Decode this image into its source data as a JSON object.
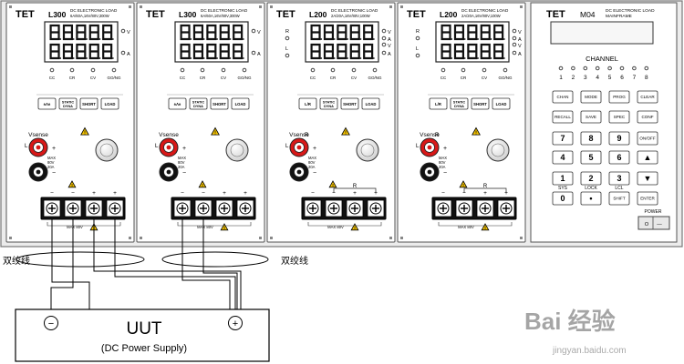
{
  "brand": "TET",
  "modules": [
    {
      "model": "L300",
      "title": "DC ELECTRONIC LOAD",
      "spec": "6A/60A,16V/80V,300W",
      "first_button": "±Λ±",
      "rl_labels": false,
      "r_bracket": false
    },
    {
      "model": "L300",
      "title": "DC ELECTRONIC LOAD",
      "spec": "6A/60A,16V/80V,300W",
      "first_button": "±Λ±",
      "rl_labels": false,
      "r_bracket": false
    },
    {
      "model": "L200",
      "title": "DC ELECTRONIC LOAD",
      "spec": "2A/20A,16V/80V,100W",
      "first_button": "L/R",
      "rl_labels": true,
      "r_bracket": true
    },
    {
      "model": "L200",
      "title": "DC ELECTRONIC LOAD",
      "spec": "2A/20A,16V/80V,100W",
      "first_button": "L/R",
      "rl_labels": true,
      "r_bracket": true
    }
  ],
  "module_labels": {
    "v": "V",
    "a": "A",
    "r": "R",
    "l": "L",
    "mode_leds": [
      "CC",
      "CR",
      "CV",
      "GO/NG"
    ],
    "button_labels": [
      "STATIC DYNA",
      "SHORT",
      "LOAD"
    ],
    "vsense": "Vsense",
    "max": "MAX",
    "max_v": "80V",
    "max_a": "20A",
    "max_v2": "MAX 80V",
    "plus": "+",
    "minus": "−"
  },
  "mainframe": {
    "brand": "TET",
    "model": "M04",
    "title_line1": "DC ELECTRONIC LOAD",
    "title_line2": "MAINFRAME",
    "channel_label": "CHANNEL",
    "channel_numbers": [
      "1",
      "2",
      "3",
      "4",
      "5",
      "6",
      "7",
      "8"
    ],
    "func_row1": [
      "CHAN",
      "MODE",
      "PROG",
      "CLEAR"
    ],
    "func_row2": [
      "RECALL",
      "SAVE",
      "SPEC",
      "CONF"
    ],
    "keypad": [
      [
        "7",
        "8",
        "9",
        "ON/OFF"
      ],
      [
        "4",
        "5",
        "6",
        "▲"
      ],
      [
        "1",
        "2",
        "3",
        "▼"
      ],
      [
        "0",
        "•",
        "SHIFT",
        "ENTER"
      ]
    ],
    "key_sub_labels": [
      "SYS",
      "LOCK",
      "LCL"
    ],
    "power_label": "POWER",
    "power_marks": [
      "O",
      "—"
    ]
  },
  "twisted_pair_label_left": "双绞线",
  "twisted_pair_label_right": "双绞线",
  "uut": {
    "title": "UUT",
    "subtitle": "(DC Power Supply)",
    "minus": "−",
    "plus": "+"
  },
  "watermark": {
    "brand": "Bai  经验",
    "url": "jingyan.baidu.com"
  }
}
